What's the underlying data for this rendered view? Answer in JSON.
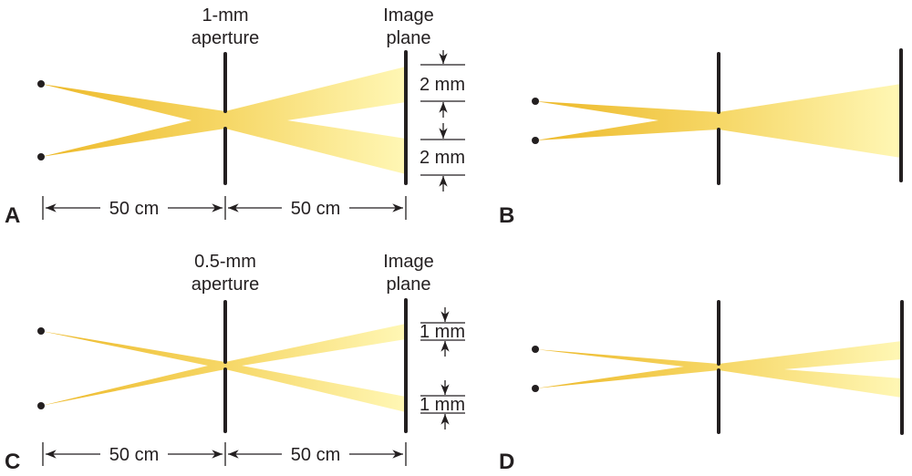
{
  "panels": {
    "a": {
      "letter": "A",
      "aperture_label_1": "1-mm",
      "aperture_label_2": "aperture",
      "plane_label_1": "Image",
      "plane_label_2": "plane",
      "dim_top": "2 mm",
      "dim_bottom": "2 mm",
      "dist_left": "50 cm",
      "dist_right": "50 cm"
    },
    "b": {
      "letter": "B"
    },
    "c": {
      "letter": "C",
      "aperture_label_1": "0.5-mm",
      "aperture_label_2": "aperture",
      "plane_label_1": "Image",
      "plane_label_2": "plane",
      "dim_top": "1 mm",
      "dim_bottom": "1 mm",
      "dist_left": "50 cm",
      "dist_right": "50 cm"
    },
    "d": {
      "letter": "D"
    }
  },
  "colors": {
    "beam_dark": "#EDB929",
    "beam_mid": "#F6D766",
    "beam_light": "#FFF7B5",
    "ink": "#231F20"
  }
}
